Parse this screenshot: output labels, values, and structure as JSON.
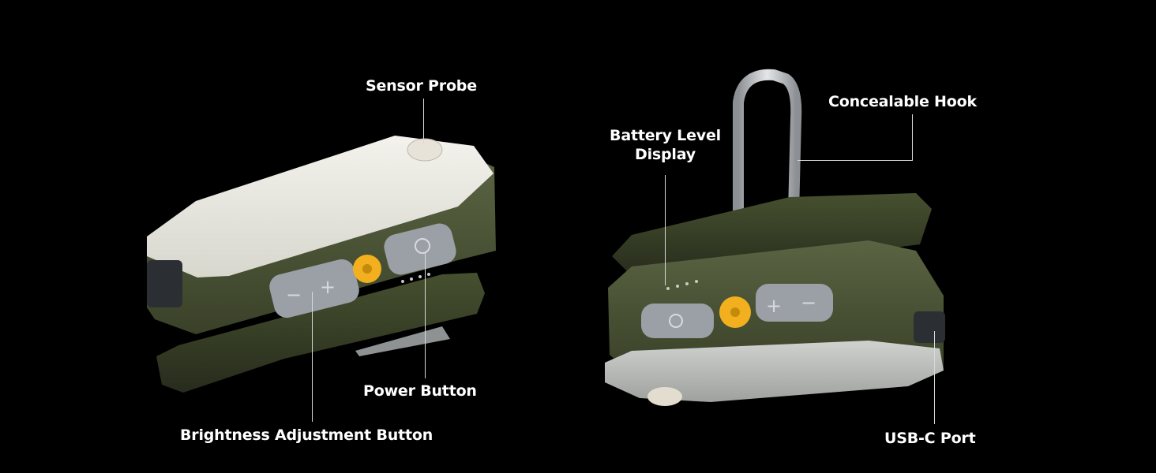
{
  "labels": {
    "sensor_probe": "Sensor Probe",
    "power_button": "Power Button",
    "brightness_button": "Brightness Adjustment Button",
    "battery_level_line1": "Battery Level",
    "battery_level_line2": "Display",
    "concealable_hook": "Concealable Hook",
    "usbc_port": "USB-C Port"
  },
  "colors": {
    "background": "#000000",
    "body_green": "#4b5535",
    "top_white": "#ecebe3",
    "button_gray": "#9aa0a6",
    "accent_yellow": "#f2b01e",
    "label_text": "#ffffff"
  },
  "icons": [
    "minus-icon",
    "plus-icon",
    "power-icon",
    "hook",
    "led-dots"
  ]
}
